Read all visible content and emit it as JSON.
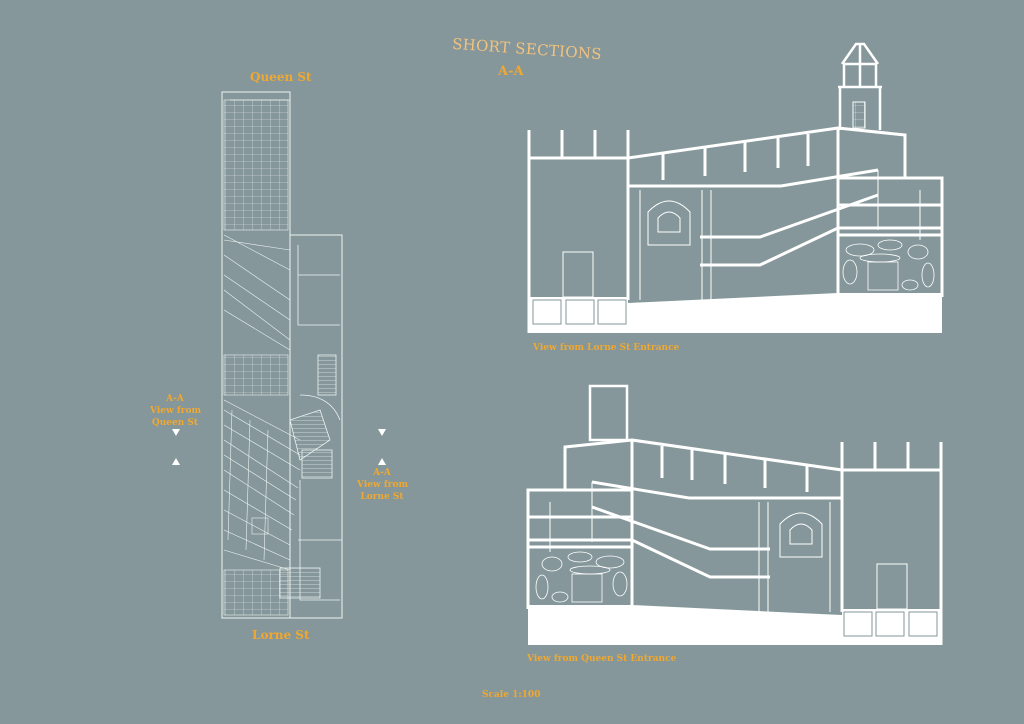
{
  "title": {
    "heading": "SHORT SECTIONS",
    "subheading": "A-A"
  },
  "plan": {
    "top_street": "Queen St",
    "bottom_street": "Lorne St",
    "marker_left": {
      "section": "A-A",
      "line1": "View from",
      "line2": "Queen St"
    },
    "marker_right": {
      "section": "A-A",
      "line1": "View from",
      "line2": "Lorne St"
    }
  },
  "sections": [
    {
      "caption": "View from Lorne St Entrance"
    },
    {
      "caption": "View from Queen St Entrance"
    }
  ],
  "scale": "Scale 1:100",
  "colors": {
    "background": "#85979a",
    "accent": "#f0a830",
    "line": "#ffffff"
  }
}
